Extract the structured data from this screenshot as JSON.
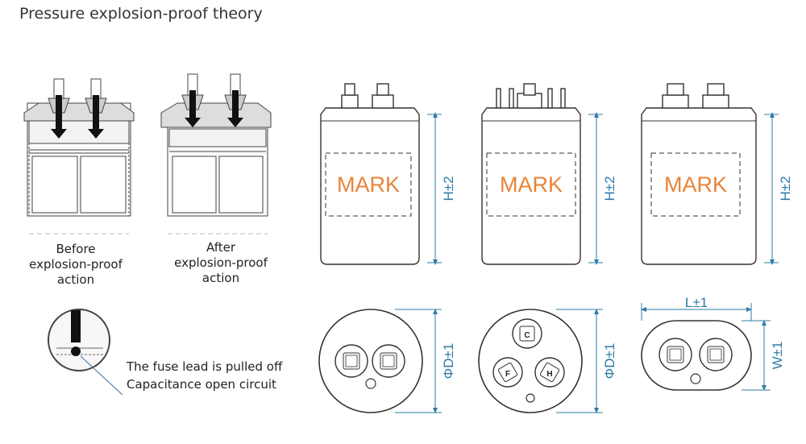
{
  "title": "Pressure explosion-proof theory",
  "captions": {
    "before": [
      "Before",
      "explosion-proof",
      "action"
    ],
    "after": [
      "After",
      "explosion-proof",
      "action"
    ]
  },
  "fuse_note": [
    "The fuse lead is pulled off",
    "Capacitance open circuit"
  ],
  "capacitors": {
    "mark_label": "MARK",
    "height_label": "H±2",
    "diameter_label": "ΦD±1",
    "length_label": "L±1",
    "width_label": "W±1",
    "terminal_labels": [
      "C",
      "F",
      "H"
    ]
  },
  "colors": {
    "mark": "#e8843a",
    "dimension": "#2e7ca6",
    "outline": "#333333",
    "arrow": "#111111"
  }
}
